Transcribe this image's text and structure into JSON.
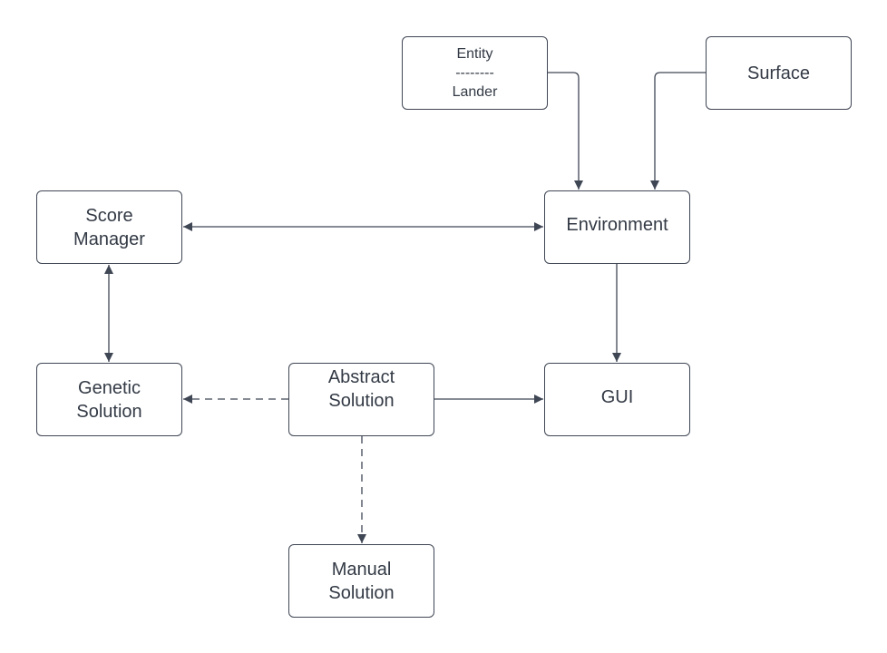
{
  "nodes": {
    "entity": {
      "lines": [
        "Entity",
        "--------",
        "Lander"
      ]
    },
    "surface": {
      "lines": [
        "Surface"
      ]
    },
    "score_manager": {
      "lines": [
        "Score",
        "Manager"
      ]
    },
    "environment": {
      "lines": [
        "Environment"
      ]
    },
    "genetic_solution": {
      "lines": [
        "Genetic",
        "Solution"
      ]
    },
    "abstract_solution": {
      "lines": [
        "Abstract",
        "Solution"
      ]
    },
    "gui": {
      "lines": [
        "GUI"
      ]
    },
    "manual_solution": {
      "lines": [
        "Manual",
        "Solution"
      ]
    }
  },
  "edges": [
    {
      "from": "entity",
      "to": "environment",
      "style": "solid",
      "arrow": "end"
    },
    {
      "from": "surface",
      "to": "environment",
      "style": "solid",
      "arrow": "end"
    },
    {
      "from": "score_manager",
      "to": "environment",
      "style": "solid",
      "arrow": "both"
    },
    {
      "from": "environment",
      "to": "gui",
      "style": "solid",
      "arrow": "end"
    },
    {
      "from": "genetic_solution",
      "to": "score_manager",
      "style": "solid",
      "arrow": "both"
    },
    {
      "from": "abstract_solution",
      "to": "genetic_solution",
      "style": "dashed",
      "arrow": "end"
    },
    {
      "from": "abstract_solution",
      "to": "gui",
      "style": "solid",
      "arrow": "end"
    },
    {
      "from": "abstract_solution",
      "to": "manual_solution",
      "style": "dashed",
      "arrow": "end"
    }
  ],
  "colors": {
    "line": "#3f4654",
    "text": "#333a45",
    "background": "#ffffff"
  }
}
